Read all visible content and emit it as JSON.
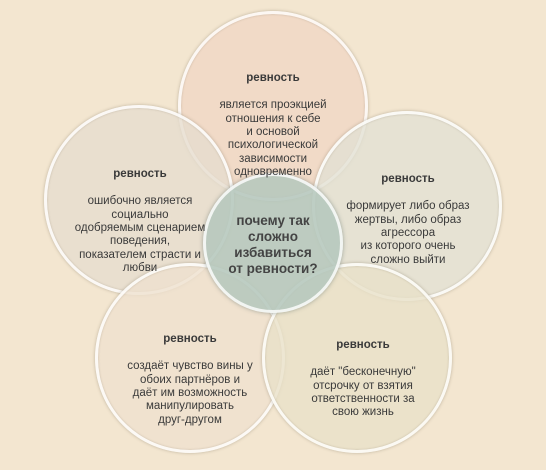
{
  "center": {
    "text": "почему так\nсложно\nизбавиться\nот ревности?"
  },
  "petals": [
    {
      "key": "top",
      "heading": "ревность",
      "body": "является проэкцией\nотношения к себе\nи основой\nпсихологической\nзависимости\nодновременно",
      "fill": "#f0d6c4"
    },
    {
      "key": "left",
      "heading": "ревность",
      "body": "ошибочно является\nсоциально\nодобряемым сценарием\nповедения,\nпоказателем страсти и\nлюбви",
      "fill": "#e6dccf"
    },
    {
      "key": "right",
      "heading": "ревность",
      "body": "формирует либо образ\nжертвы, либо образ\nагрессора\nиз которого очень\nсложно выйти",
      "fill": "#e2e0d4"
    },
    {
      "key": "bottom_left",
      "heading": "ревность",
      "body": "создаёт чувство вины у\nобоих партнёров  и\nдаёт им  возможность\nманипулировать\nдруг-другом",
      "fill": "#eee0cf"
    },
    {
      "key": "bottom_right",
      "heading": "ревность",
      "body": "даёт \"бесконечную\"\nотсрочку от взятия\nответственности за\nсвою жизнь",
      "fill": "#e8e0c8"
    }
  ],
  "colors": {
    "background": "#f3e6d0",
    "center_fill": "#b5c7bd",
    "overlap_center": "#9fb3a7"
  }
}
